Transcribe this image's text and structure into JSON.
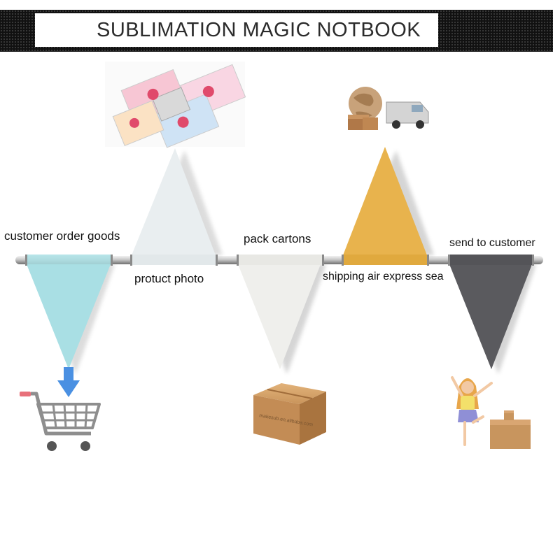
{
  "header": {
    "title": "SUBLIMATION MAGIC NOTBOOK"
  },
  "steps": [
    {
      "label": "customer order goods",
      "color": "#a9dfe4",
      "direction": "down",
      "icon": "shopping-cart-icon"
    },
    {
      "label": "protuct photo",
      "color": "#e9eef0",
      "direction": "up",
      "icon": "notebook-photo-icon"
    },
    {
      "label": "pack cartons",
      "color": "#efefec",
      "direction": "down",
      "icon": "cardboard-box-icon"
    },
    {
      "label": "shipping air express sea",
      "color": "#e8b34d",
      "direction": "up",
      "icon": "globe-truck-icon"
    },
    {
      "label": "send to customer",
      "color": "#5a5a5e",
      "direction": "down",
      "icon": "happy-customer-icon"
    }
  ],
  "box_print": "makesub.en.alibaba.com",
  "colors": {
    "cart_arrow": "#4a90e2",
    "cart_handle": "#e8707a",
    "cart_body": "#8e8e8e",
    "carton": "#c8955e",
    "rail": "#9a9a9a"
  }
}
